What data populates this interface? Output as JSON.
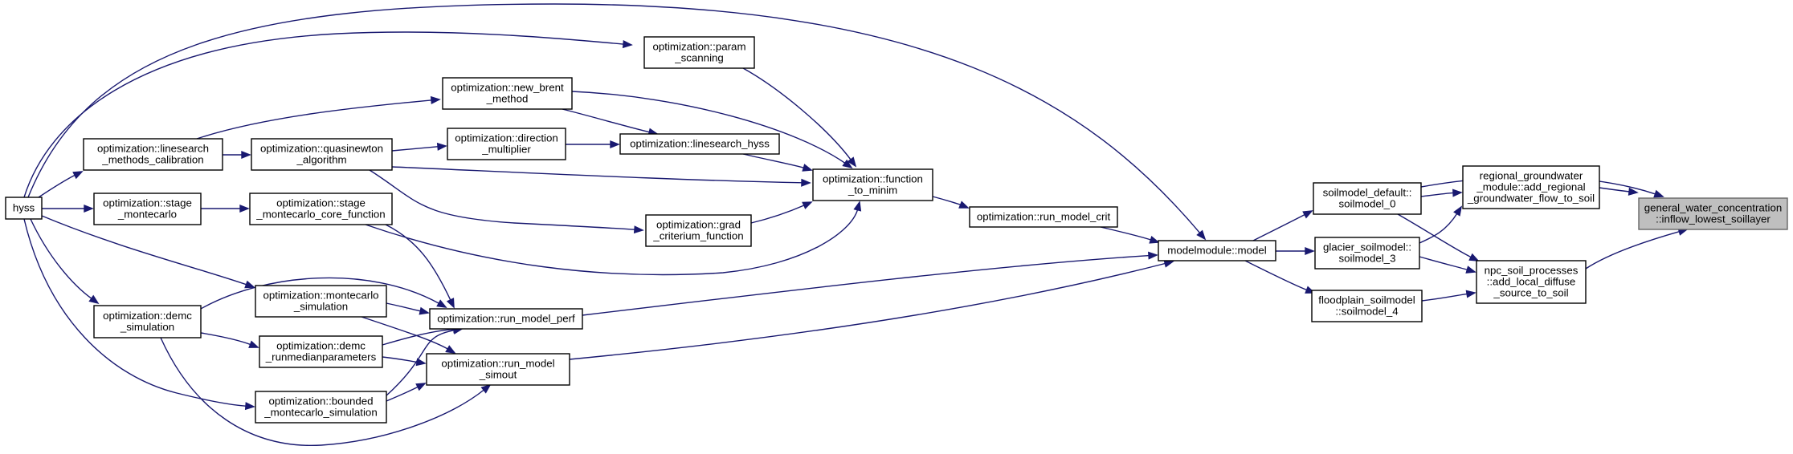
{
  "colors": {
    "edge": "#191970",
    "root_fill": "#bfbfbf",
    "node_border": "#000000",
    "background": "#ffffff"
  },
  "nodes": [
    {
      "id": "hyss",
      "lines": [
        "hyss"
      ]
    },
    {
      "id": "param_scanning",
      "lines": [
        "optimization::param",
        "_scanning"
      ]
    },
    {
      "id": "new_brent",
      "lines": [
        "optimization::new_brent",
        "_method"
      ]
    },
    {
      "id": "ls_calib",
      "lines": [
        "optimization::linesearch",
        "_methods_calibration"
      ]
    },
    {
      "id": "quasinewton",
      "lines": [
        "optimization::quasinewton",
        "_algorithm"
      ]
    },
    {
      "id": "direction",
      "lines": [
        "optimization::direction",
        "_multiplier"
      ]
    },
    {
      "id": "ls_hyss",
      "lines": [
        "optimization::linesearch_hyss"
      ]
    },
    {
      "id": "function_to_minim",
      "lines": [
        "optimization::function",
        "_to_minim"
      ]
    },
    {
      "id": "stage_mc",
      "lines": [
        "optimization::stage",
        "_montecarlo"
      ]
    },
    {
      "id": "stage_mc_core",
      "lines": [
        "optimization::stage",
        "_montecarlo_core_function"
      ]
    },
    {
      "id": "grad",
      "lines": [
        "optimization::grad",
        "_criterium_function"
      ]
    },
    {
      "id": "run_model_crit",
      "lines": [
        "optimization::run_model_crit"
      ]
    },
    {
      "id": "modelmodule",
      "lines": [
        "modelmodule::model"
      ]
    },
    {
      "id": "demc_sim",
      "lines": [
        "optimization::demc",
        "_simulation"
      ]
    },
    {
      "id": "mc_sim",
      "lines": [
        "optimization::montecarlo",
        "_simulation"
      ]
    },
    {
      "id": "run_model_perf",
      "lines": [
        "optimization::run_model_perf"
      ]
    },
    {
      "id": "demc_median",
      "lines": [
        "optimization::demc",
        "_runmedianparameters"
      ]
    },
    {
      "id": "run_model_simout",
      "lines": [
        "optimization::run_model",
        "_simout"
      ]
    },
    {
      "id": "bounded_mc",
      "lines": [
        "optimization::bounded",
        "_montecarlo_simulation"
      ]
    },
    {
      "id": "soilmodel_0",
      "lines": [
        "soilmodel_default::",
        "soilmodel_0"
      ]
    },
    {
      "id": "soilmodel_3",
      "lines": [
        "glacier_soilmodel::",
        "soilmodel_3"
      ]
    },
    {
      "id": "soilmodel_4",
      "lines": [
        "floodplain_soilmodel",
        "::soilmodel_4"
      ]
    },
    {
      "id": "regional_gw",
      "lines": [
        "regional_groundwater",
        "_module::add_regional",
        "_groundwater_flow_to_soil"
      ]
    },
    {
      "id": "npc_soil",
      "lines": [
        "npc_soil_processes",
        "::add_local_diffuse",
        "_source_to_soil"
      ]
    },
    {
      "id": "root",
      "lines": [
        "general_water_concentration",
        "::inflow_lowest_soillayer"
      ]
    }
  ],
  "edges": [
    {
      "from": "hyss",
      "to": "param_scanning"
    },
    {
      "from": "hyss",
      "to": "modelmodule"
    },
    {
      "from": "hyss",
      "to": "ls_calib"
    },
    {
      "from": "hyss",
      "to": "stage_mc"
    },
    {
      "from": "hyss",
      "to": "demc_sim"
    },
    {
      "from": "hyss",
      "to": "mc_sim"
    },
    {
      "from": "hyss",
      "to": "bounded_mc"
    },
    {
      "from": "ls_calib",
      "to": "new_brent"
    },
    {
      "from": "ls_calib",
      "to": "quasinewton"
    },
    {
      "from": "quasinewton",
      "to": "direction"
    },
    {
      "from": "quasinewton",
      "to": "function_to_minim"
    },
    {
      "from": "quasinewton",
      "to": "grad"
    },
    {
      "from": "direction",
      "to": "ls_hyss"
    },
    {
      "from": "new_brent",
      "to": "ls_hyss"
    },
    {
      "from": "new_brent",
      "to": "function_to_minim"
    },
    {
      "from": "param_scanning",
      "to": "function_to_minim"
    },
    {
      "from": "ls_hyss",
      "to": "function_to_minim"
    },
    {
      "from": "grad",
      "to": "function_to_minim"
    },
    {
      "from": "stage_mc",
      "to": "stage_mc_core"
    },
    {
      "from": "stage_mc_core",
      "to": "function_to_minim"
    },
    {
      "from": "stage_mc_core",
      "to": "run_model_perf"
    },
    {
      "from": "function_to_minim",
      "to": "run_model_crit"
    },
    {
      "from": "run_model_crit",
      "to": "modelmodule"
    },
    {
      "from": "demc_sim",
      "to": "demc_median"
    },
    {
      "from": "demc_sim",
      "to": "run_model_perf"
    },
    {
      "from": "demc_sim",
      "to": "run_model_simout"
    },
    {
      "from": "mc_sim",
      "to": "run_model_perf"
    },
    {
      "from": "mc_sim",
      "to": "run_model_simout"
    },
    {
      "from": "demc_median",
      "to": "run_model_perf"
    },
    {
      "from": "demc_median",
      "to": "run_model_simout"
    },
    {
      "from": "bounded_mc",
      "to": "run_model_perf"
    },
    {
      "from": "bounded_mc",
      "to": "run_model_simout"
    },
    {
      "from": "run_model_perf",
      "to": "modelmodule"
    },
    {
      "from": "run_model_simout",
      "to": "modelmodule"
    },
    {
      "from": "modelmodule",
      "to": "soilmodel_0"
    },
    {
      "from": "modelmodule",
      "to": "soilmodel_3"
    },
    {
      "from": "modelmodule",
      "to": "soilmodel_4"
    },
    {
      "from": "soilmodel_0",
      "to": "regional_gw"
    },
    {
      "from": "soilmodel_0",
      "to": "npc_soil"
    },
    {
      "from": "soilmodel_0",
      "to": "root"
    },
    {
      "from": "soilmodel_3",
      "to": "regional_gw"
    },
    {
      "from": "soilmodel_3",
      "to": "npc_soil"
    },
    {
      "from": "soilmodel_4",
      "to": "npc_soil"
    },
    {
      "from": "regional_gw",
      "to": "root"
    },
    {
      "from": "npc_soil",
      "to": "root"
    }
  ]
}
